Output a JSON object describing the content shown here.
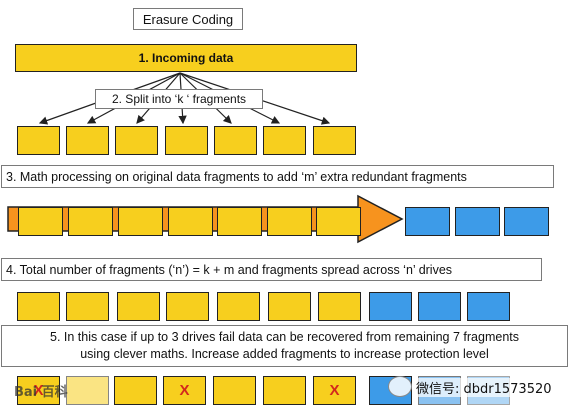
{
  "title": "Erasure Coding",
  "step1": "1. Incoming data",
  "step2": "2. Split into ‘k ‘ fragments",
  "step3": "3. Math processing on original data fragments to add ‘m’ extra redundant fragments",
  "step4": "4. Total number of fragments  (‘n’) = k + m and fragments spread across ‘n’ drives",
  "step5_line1": "5. In this case if up to 3 drives fail data can be recovered from remaining 7 fragments",
  "step5_line2": "using clever maths. Increase added fragments to increase protection level",
  "fail_mark": "X",
  "watermark_baidu": "Bai",
  "watermark_baike": "百科",
  "watermark_wechat": "微信号: dbdr1573520",
  "colors": {
    "data_fragment": "#f7cf1e",
    "redundant_fragment": "#3d9be8",
    "arrow": "#f7931e",
    "fail": "#d3281d"
  },
  "counts": {
    "k_fragments": 7,
    "m_fragments": 3,
    "n_drives": 10,
    "failed_drives": 3
  }
}
